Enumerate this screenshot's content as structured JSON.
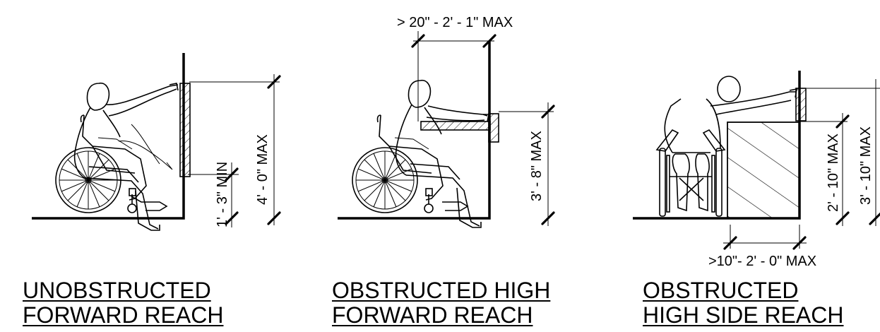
{
  "panels": [
    {
      "caption_line1": "UNOBSTRUCTED",
      "caption_line2": "FORWARD REACH",
      "dim_primary": "4' - 0\" MAX",
      "dim_secondary": "1' - 3\" MIN"
    },
    {
      "caption_line1": "OBSTRUCTED HIGH",
      "caption_line2": "FORWARD REACH",
      "dim_primary": "3' - 8\" MAX",
      "dim_top": "> 20\" - 2' - 1\" MAX"
    },
    {
      "caption_line1": "OBSTRUCTED",
      "caption_line2": "HIGH SIDE REACH",
      "dim_primary": "3' - 10\" MAX",
      "dim_secondary": "2' - 10\" MAX",
      "dim_bottom": ">10\"- 2' - 0\" MAX"
    }
  ]
}
